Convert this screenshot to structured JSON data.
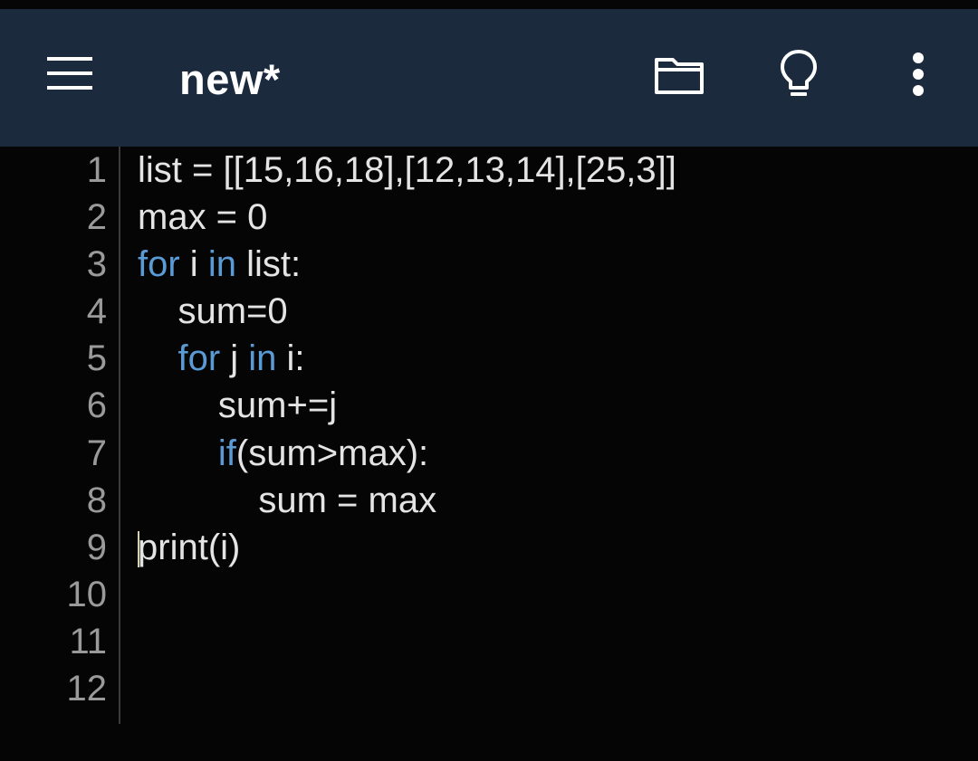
{
  "app": {
    "document_title": "new*",
    "toolbar": {
      "menu_icon": "hamburger-menu-icon",
      "open_icon": "folder-icon",
      "hint_icon": "lightbulb-icon",
      "more_icon": "more-vertical-icon"
    },
    "colors": {
      "toolbar_bg": "#1b2a3d",
      "editor_bg": "#050505",
      "keyword": "#5b9bd5",
      "text": "#e4e4e4",
      "line_number": "#9a9a9a"
    }
  },
  "editor": {
    "line_numbers": [
      "1",
      "2",
      "3",
      "4",
      "5",
      "6",
      "7",
      "8",
      "9",
      "10",
      "11",
      "12"
    ],
    "lines": [
      {
        "indent": "",
        "tokens": [
          {
            "t": "list = [[15,16,18],[12,13,14],[25,3]]",
            "kw": false
          }
        ]
      },
      {
        "indent": "",
        "tokens": [
          {
            "t": "max = 0",
            "kw": false
          }
        ]
      },
      {
        "indent": "",
        "tokens": [
          {
            "t": "for",
            "kw": true
          },
          {
            "t": " i ",
            "kw": false
          },
          {
            "t": "in",
            "kw": true
          },
          {
            "t": " list:",
            "kw": false
          }
        ]
      },
      {
        "indent": "    ",
        "tokens": [
          {
            "t": "sum=0",
            "kw": false
          }
        ]
      },
      {
        "indent": "    ",
        "tokens": [
          {
            "t": "for",
            "kw": true
          },
          {
            "t": " j ",
            "kw": false
          },
          {
            "t": "in",
            "kw": true
          },
          {
            "t": " i:",
            "kw": false
          }
        ]
      },
      {
        "indent": "        ",
        "tokens": [
          {
            "t": "sum+=j",
            "kw": false
          }
        ]
      },
      {
        "indent": "        ",
        "tokens": [
          {
            "t": "if",
            "kw": true
          },
          {
            "t": "(sum>max):",
            "kw": false
          }
        ]
      },
      {
        "indent": "            ",
        "tokens": [
          {
            "t": "sum = max",
            "kw": false
          }
        ]
      },
      {
        "indent": "",
        "tokens": [
          {
            "t": "print(i)",
            "kw": false
          }
        ],
        "cursor": true
      },
      {
        "indent": "",
        "tokens": []
      },
      {
        "indent": "",
        "tokens": []
      },
      {
        "indent": "",
        "tokens": []
      }
    ]
  }
}
